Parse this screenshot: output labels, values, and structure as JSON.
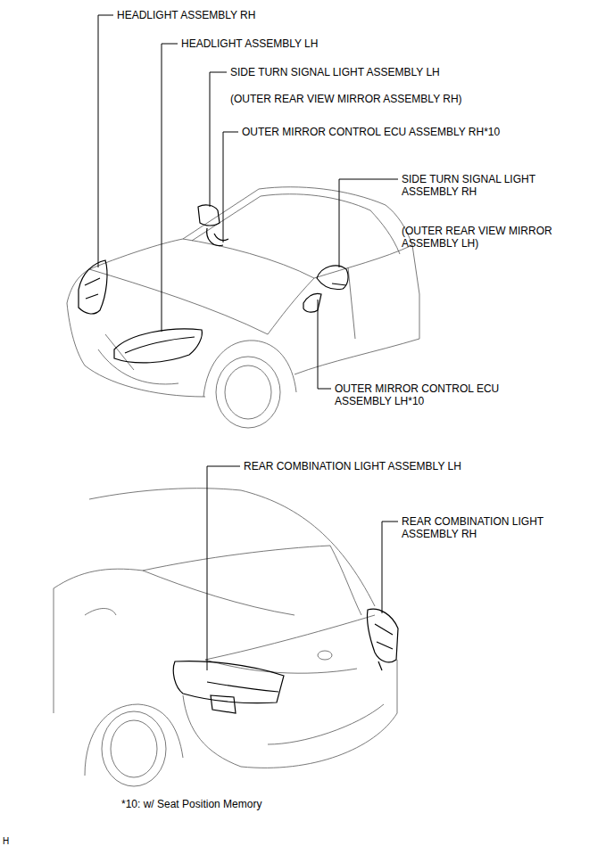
{
  "diagram": {
    "labels": [
      "HEADLIGHT ASSEMBLY RH",
      "HEADLIGHT ASSEMBLY LH",
      "SIDE TURN SIGNAL LIGHT ASSEMBLY LH",
      "(OUTER REAR VIEW MIRROR ASSEMBLY RH)",
      "OUTER MIRROR CONTROL ECU ASSEMBLY RH*10",
      "SIDE TURN SIGNAL LIGHT ASSEMBLY RH",
      "(OUTER REAR VIEW MIRROR ASSEMBLY LH)",
      "OUTER MIRROR CONTROL ECU ASSEMBLY LH*10",
      "REAR COMBINATION LIGHT ASSEMBLY LH",
      "REAR COMBINATION LIGHT ASSEMBLY RH",
      "*10: w/ Seat Position Memory",
      "H"
    ]
  }
}
